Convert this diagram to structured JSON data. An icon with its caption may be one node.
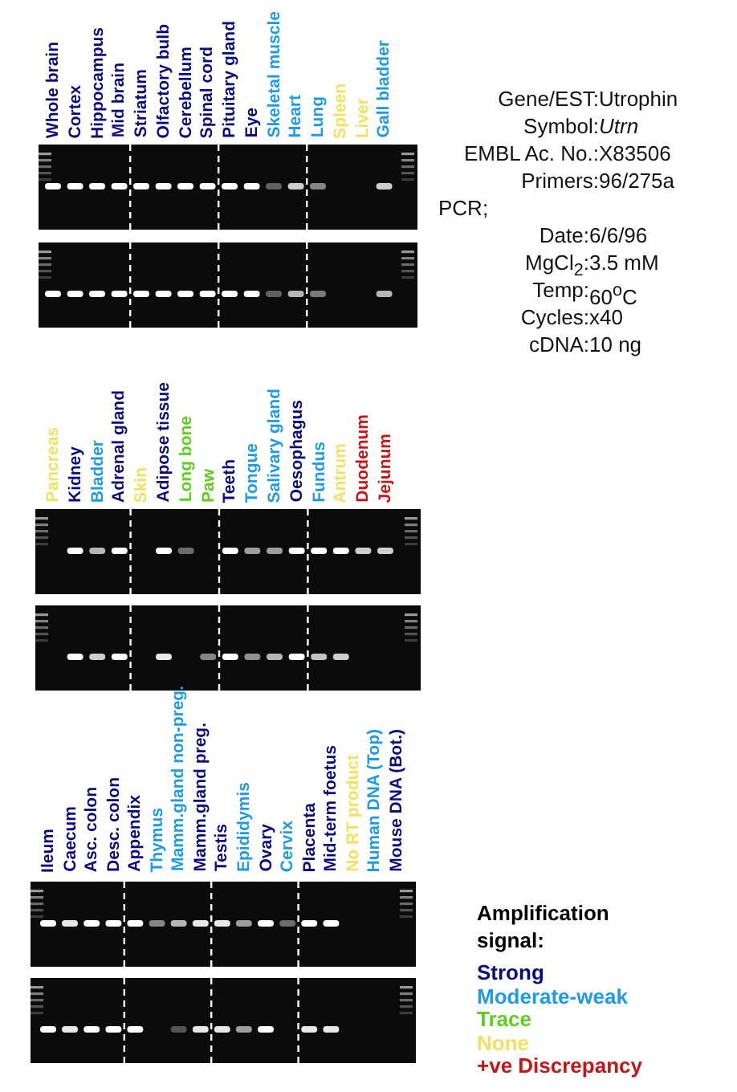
{
  "diagram": {
    "labels": [
      "Whole brain",
      "Cortex",
      "Hippocampus",
      "Mid brain",
      "Striatum",
      "Olfactory bulb",
      "Cerebellum",
      "Spinal cord",
      "Pituitary gland",
      "Eye",
      "Skeletal muscle",
      "Heart",
      "Lung",
      "Spleen",
      "Liver",
      "Gall bladder",
      "Gene/EST:",
      "Utrophin",
      "Symbol:",
      "*Utrn*",
      "EMBL Ac. No.:",
      "X83506",
      "Primers:",
      "96/275a",
      "PCR;",
      "Date:",
      "6/6/96",
      "MgCl$_{2}$:",
      "3.5 mM",
      "Temp:",
      "60$^{o}$C",
      "Cycles:",
      "x40",
      "cDNA:",
      "10 ng",
      "Pancreas",
      "Kidney",
      "Bladder",
      "Adrenal gland",
      "Skin",
      "Adipose tissue",
      "Long bone",
      "Paw",
      "Teeth",
      "Tongue",
      "Salivary gland",
      "Oesophagus",
      "Fundus",
      "Antrum",
      "Duodenum",
      "Jejunum",
      "Ileum",
      "Caecum",
      "Asc. colon",
      "Desc. colon",
      "Appendix",
      "Thymus",
      "Mamm.gland non-preg.",
      "Mamm.gland preg.",
      "Testis",
      "Epididymis",
      "Ovary",
      "Cervix",
      "Placenta",
      "Mid-term foetus",
      "No RT product",
      "Human DNA (Top)",
      "Mouse DNA (Bot.)",
      "Amplification signal:"
    ],
    "legend": [
      {
        "text": "Strong",
        "color": "#0a0a80"
      },
      {
        "text": "Moderate-weak",
        "color": "#1e9be8"
      },
      {
        "text": "Trace",
        "color": "#5fcf1f"
      },
      {
        "text": "None",
        "color": "#f5e060"
      },
      {
        "text": "+ve Discrepancy",
        "color": "#c81414"
      }
    ]
  }
}
